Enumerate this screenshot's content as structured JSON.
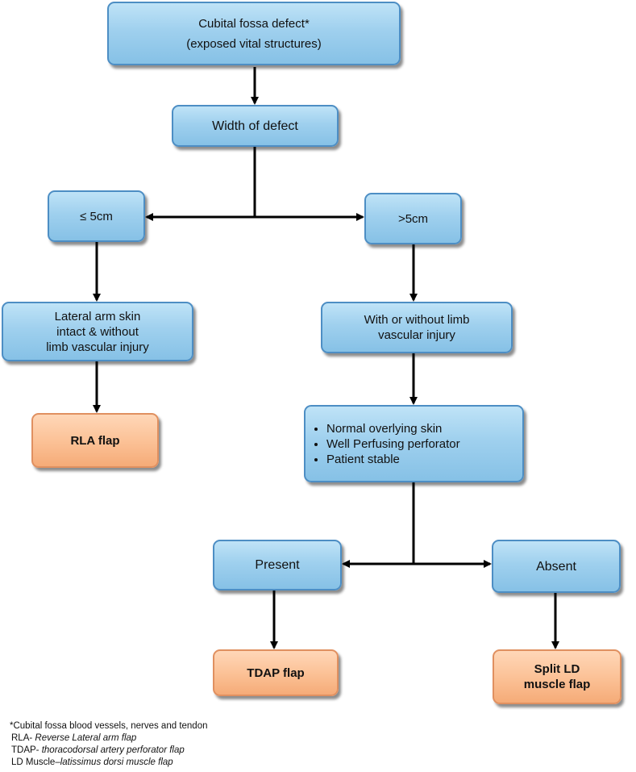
{
  "nodes": {
    "root": {
      "line1": "Cubital fossa defect*",
      "line2": "(exposed vital structures)"
    },
    "width": "Width of defect",
    "le5": "≤ 5cm",
    "gt5": ">5cm",
    "lateral": [
      "Lateral arm skin",
      "intact & without",
      "limb vascular injury"
    ],
    "vascular": [
      "With or without limb",
      "vascular injury"
    ],
    "criteria": [
      "Normal overlying skin",
      "Well Perfusing perforator",
      "Patient stable"
    ],
    "present": "Present",
    "absent": "Absent",
    "rla": "RLA flap",
    "tdap": "TDAP flap",
    "split_ld": [
      "Split LD",
      "muscle flap"
    ]
  },
  "footnote": {
    "note": "*Cubital fossa blood vessels, nerves and tendon",
    "abbreviations": [
      {
        "term": "RLA-",
        "definition": "Reverse Lateral arm flap"
      },
      {
        "term": "TDAP-",
        "definition": "thoracodorsal artery perforator flap"
      },
      {
        "term": "LD Muscle–",
        "definition": "latissimus dorsi muscle flap"
      }
    ]
  },
  "colors": {
    "decision_box": "#9fd0ee",
    "outcome_box": "#fbc094",
    "connector": "#000000"
  }
}
